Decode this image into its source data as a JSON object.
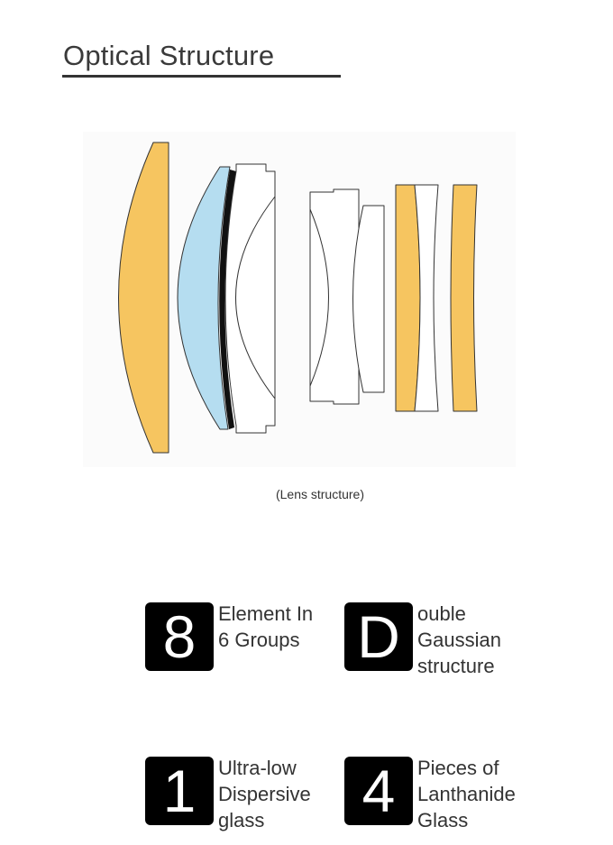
{
  "header": {
    "title": "Optical Structure"
  },
  "diagram": {
    "caption": "(Lens structure)",
    "colors": {
      "yellow": "#f6c560",
      "blue": "#b5ddf0",
      "outline": "#333333",
      "dark": "#111111"
    }
  },
  "features": [
    {
      "badge": "8",
      "text": "Element In\n6 Groups"
    },
    {
      "badge": "D",
      "text": "ouble\nGaussian\nstructure"
    },
    {
      "badge": "1",
      "text": "Ultra-low\nDispersive\nglass"
    },
    {
      "badge": "4",
      "text": "Pieces of\nLanthanide\nGlass"
    }
  ]
}
